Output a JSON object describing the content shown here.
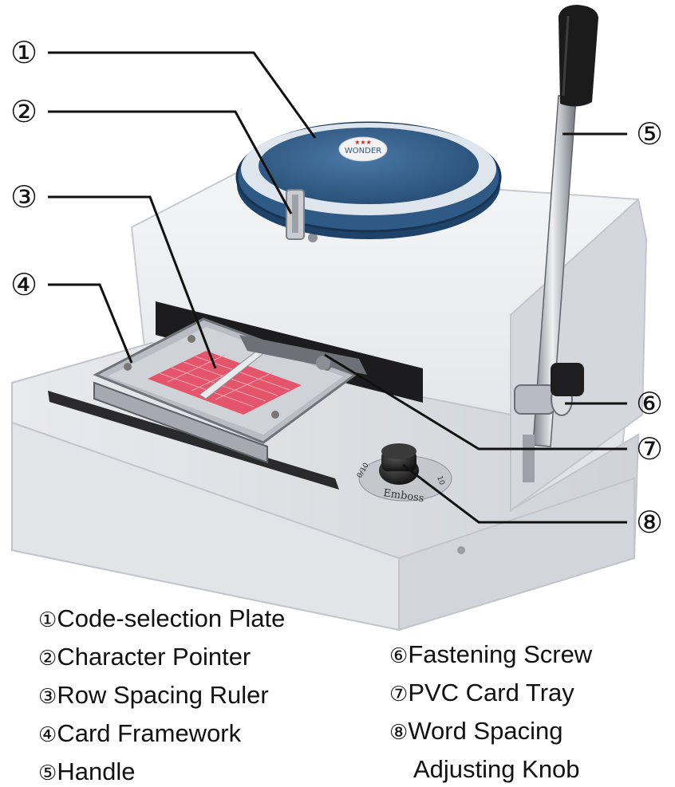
{
  "figure": {
    "callout_numbers": [
      "①",
      "②",
      "③",
      "④",
      "⑤",
      "⑥",
      "⑦",
      "⑧"
    ],
    "dial_brand": "WONDER",
    "knob_label": "Emboss",
    "knob_marks": [
      "0/10",
      "10"
    ]
  },
  "legend": {
    "left": [
      {
        "num": "①",
        "label": "Code-selection Plate"
      },
      {
        "num": "②",
        "label": "Character Pointer"
      },
      {
        "num": "③",
        "label": "Row Spacing Ruler"
      },
      {
        "num": "④",
        "label": "Card Framework"
      },
      {
        "num": "⑤",
        "label": "Handle"
      }
    ],
    "right": [
      {
        "num": "⑥",
        "label": "Fastening Screw"
      },
      {
        "num": "⑦",
        "label": "PVC Card Tray"
      },
      {
        "num": "⑧",
        "label": "Word Spacing"
      },
      {
        "num": "",
        "label": "Adjusting Knob"
      }
    ]
  },
  "colors": {
    "machine_body": "#e6e7ea",
    "dial_blue": "#2f5a86",
    "card_grid": "#e4556b",
    "handle_black": "#1b1b1b",
    "metal": "#b9bdc3"
  }
}
